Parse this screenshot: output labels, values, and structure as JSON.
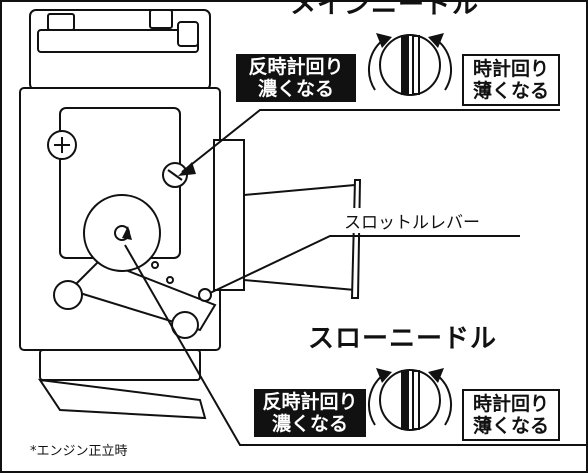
{
  "main_needle": {
    "title": "メインニードル",
    "ccw_line1": "反時計回り",
    "ccw_line2": "濃くなる",
    "cw_line1": "時計回り",
    "cw_line2": "薄くなる"
  },
  "slow_needle": {
    "title": "スローニードル",
    "ccw_line1": "反時計回り",
    "ccw_line2": "濃くなる",
    "cw_line1": "時計回り",
    "cw_line2": "薄くなる"
  },
  "throttle_lever_label": "スロットルレバー",
  "orientation_note": "*エンジン正立時",
  "colors": {
    "ink": "#111111",
    "paper": "#ffffff"
  }
}
